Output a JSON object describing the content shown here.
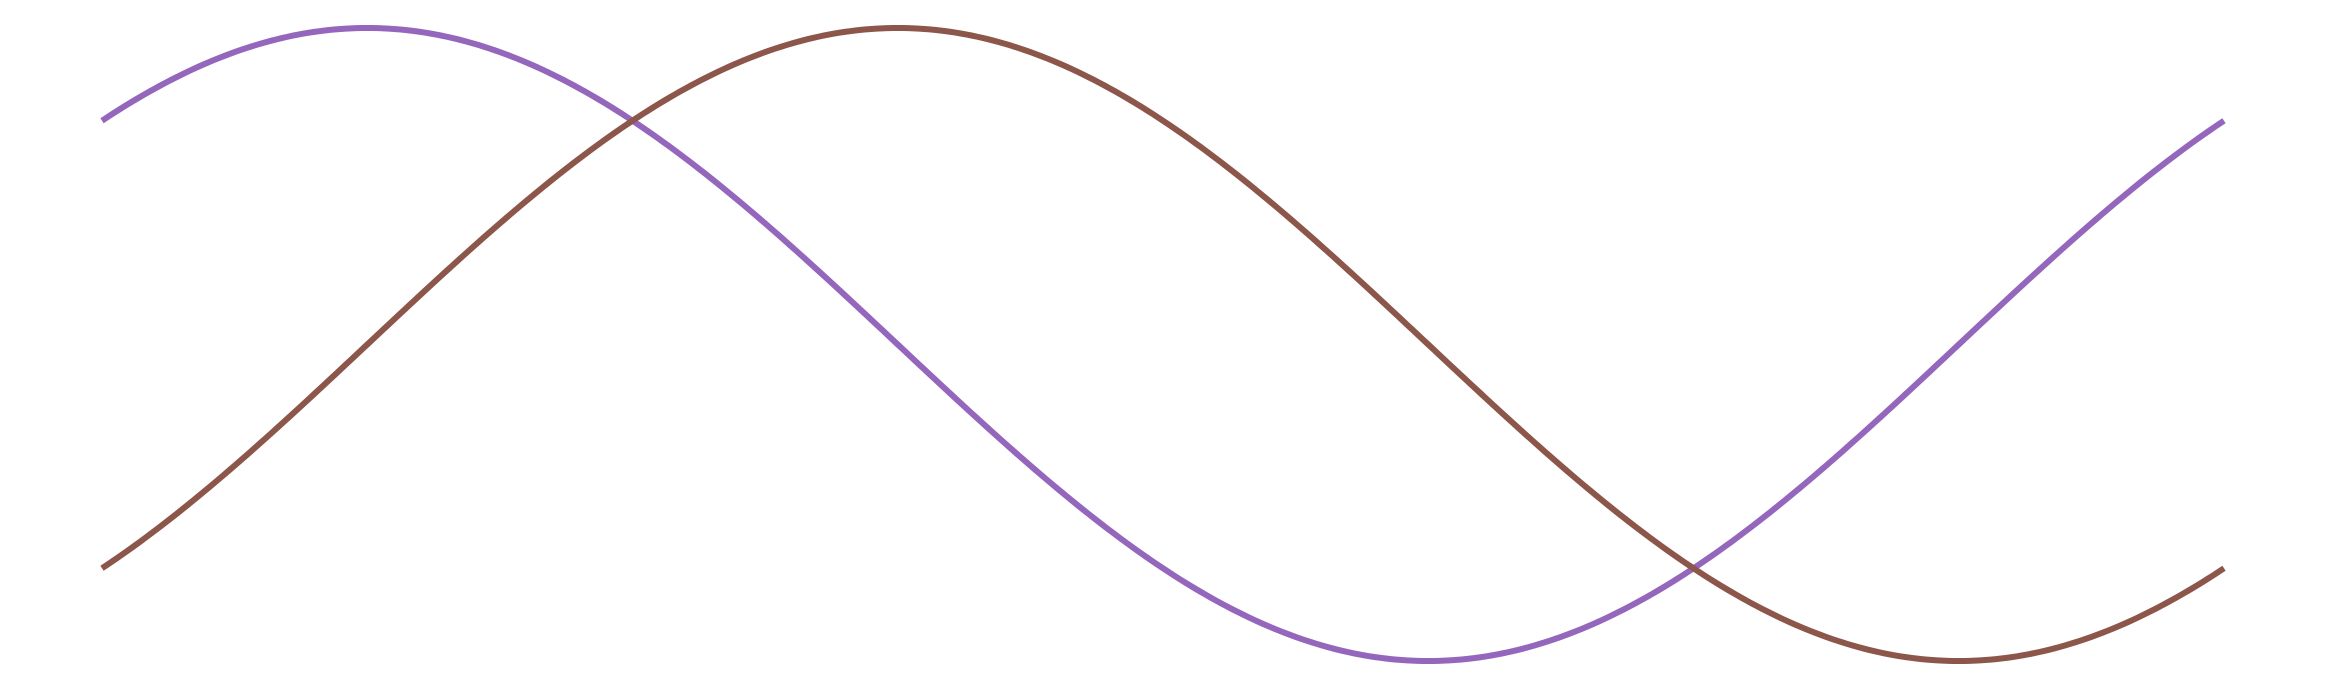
{
  "chart_data": {
    "type": "line",
    "title": "",
    "xlabel": "",
    "ylabel": "",
    "xlim": [
      0,
      6.2832
    ],
    "ylim": [
      -1,
      1
    ],
    "grid": false,
    "axes_visible": false,
    "legend": "none",
    "series": [
      {
        "function": "sin",
        "phase": 0.7854,
        "color": "#9467bd",
        "x": [
          0,
          0.3927,
          0.7854,
          1.1781,
          1.5708,
          1.9635,
          2.3562,
          2.7489,
          3.1416,
          3.5343,
          3.927,
          4.3197,
          4.7124,
          5.1051,
          5.4978,
          5.8905,
          6.2832
        ],
        "y": [
          0.7071,
          0.9239,
          1.0,
          0.9239,
          0.7071,
          0.3827,
          0.0,
          -0.3827,
          -0.7071,
          -0.9239,
          -1.0,
          -0.9239,
          -0.7071,
          -0.3827,
          0.0,
          0.3827,
          0.7071
        ]
      },
      {
        "function": "sin",
        "phase": -0.7854,
        "color": "#8c564b",
        "x": [
          0,
          0.3927,
          0.7854,
          1.1781,
          1.5708,
          1.9635,
          2.3562,
          2.7489,
          3.1416,
          3.5343,
          3.927,
          4.3197,
          4.7124,
          5.1051,
          5.4978,
          5.8905,
          6.2832
        ],
        "y": [
          -0.7071,
          -0.3827,
          0.0,
          0.3827,
          0.7071,
          0.9239,
          1.0,
          0.9239,
          0.7071,
          0.3827,
          0.0,
          -0.3827,
          -0.7071,
          -0.9239,
          -1.0,
          -0.9239,
          -0.7071
        ]
      }
    ]
  }
}
